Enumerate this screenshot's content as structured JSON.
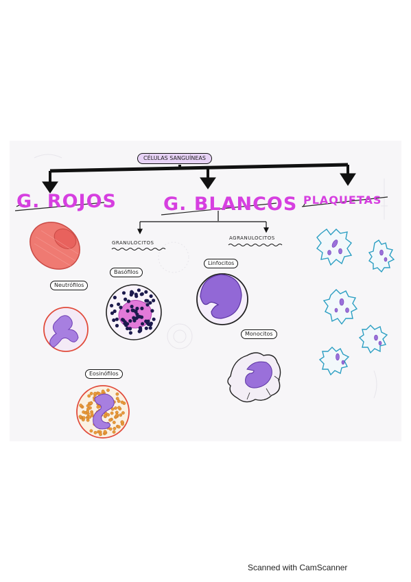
{
  "diagram": {
    "root_label": "CÉLULAS SANGUÍNEAS",
    "branches": {
      "red": "G. ROJOS",
      "white": "G. BLANCOS",
      "platelets": "PLAQUETAS"
    },
    "white_groups": {
      "granulocytes": "GRANULOCITOS",
      "agranulocytes": "AGRANULOCITOS"
    },
    "cell_labels": {
      "neutrophils": "Neutrófilos",
      "basophils": "Basófilos",
      "eosinophils": "Eosinófilos",
      "lymphocytes": "Linfocitos",
      "monocytes": "Monocitos"
    }
  },
  "colors": {
    "magenta": "#d63fe0",
    "purple": "#8e5ad6",
    "red_cell": "#ef6d66",
    "platelet_blue": "#2a9ec2",
    "ink": "#111111"
  },
  "footer": {
    "watermark": "Scanned with CamScanner"
  }
}
